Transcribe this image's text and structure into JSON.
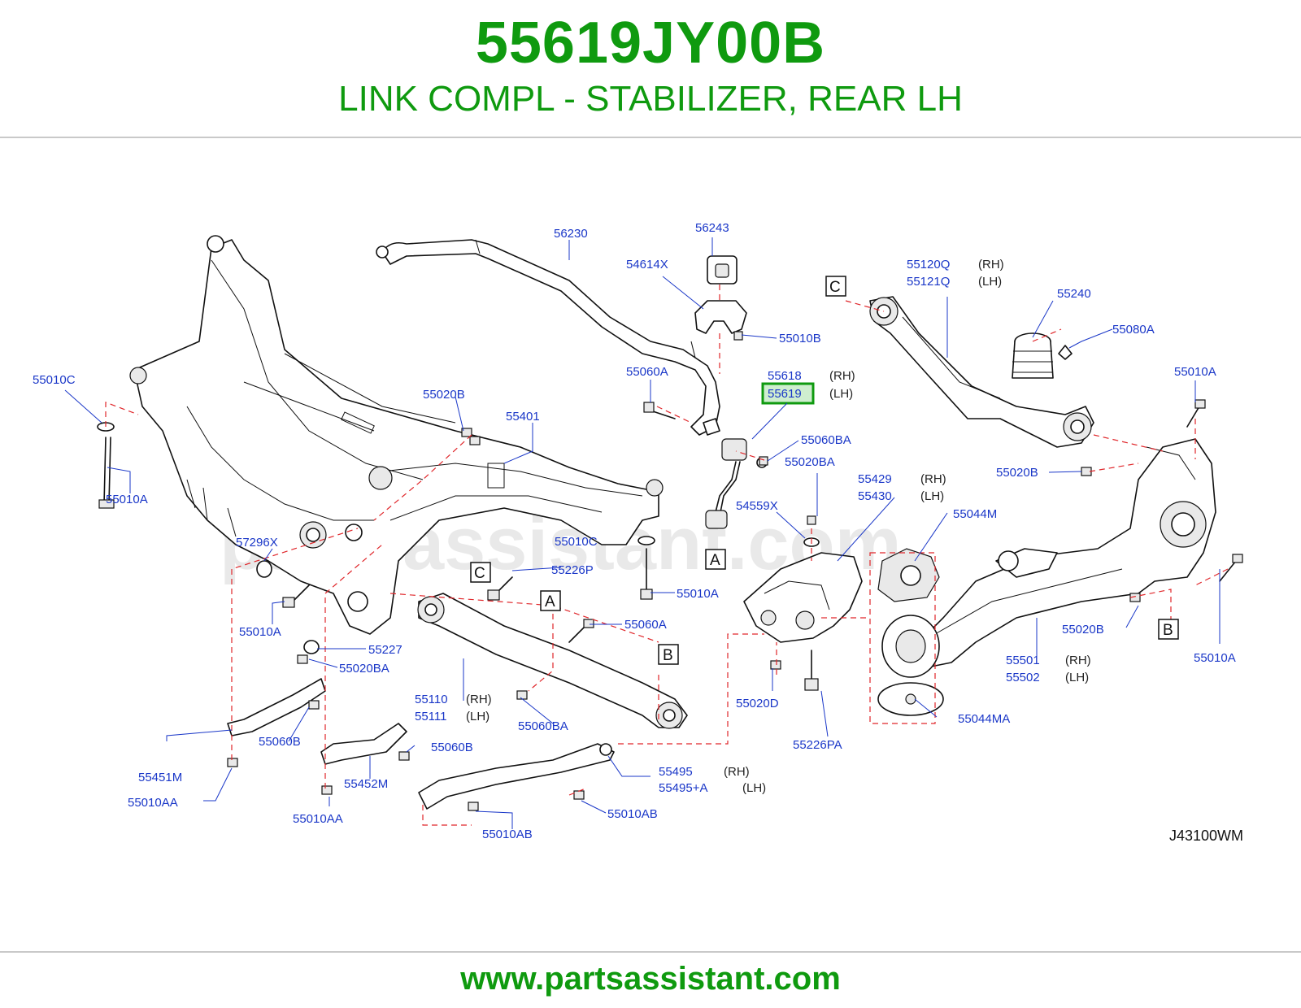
{
  "header": {
    "part_number": "55619JY00B",
    "description": "LINK COMPL - STABILIZER, REAR LH"
  },
  "footer": {
    "url": "www.partsassistant.com"
  },
  "watermark": "partsassistant.com",
  "diagram_code": "J43100WM",
  "highlight_color": "#0f9a0f",
  "label_color": "#1a37c8",
  "callouts": [
    "A",
    "A",
    "B",
    "B",
    "C",
    "C"
  ],
  "side_marks": {
    "rh": "(RH)",
    "lh": "(LH)"
  },
  "labels": {
    "p56230": "56230",
    "p56243": "56243",
    "p54614x": "54614X",
    "p55010b": "55010B",
    "p55060a_top": "55060A",
    "p55618": "55618",
    "p55619": "55619",
    "p55060ba_top": "55060BA",
    "p55020ba_mid": "55020BA",
    "p55429": "55429",
    "p55430": "55430",
    "p54559x": "54559X",
    "p55120q": "55120Q",
    "p55121q": "55121Q",
    "p55240": "55240",
    "p55080a": "55080A",
    "p55010a_right_top": "55010A",
    "p55020b_right": "55020B",
    "p55044m": "55044M",
    "p55010c_left": "55010C",
    "p55020b_left": "55020B",
    "p55401": "55401",
    "p55010a_left": "55010A",
    "p57296x": "57296X",
    "p55010c_mid": "55010C",
    "p55226p": "55226P",
    "p55010a_mid": "55010A",
    "p55010a_left2": "55010A",
    "p55227": "55227",
    "p55020ba_low": "55020BA",
    "p55060a_low": "55060A",
    "p55110": "55110",
    "p55111": "55111",
    "p55060ba_low": "55060BA",
    "p55060b_left": "55060B",
    "p55451m": "55451M",
    "p55010aa_left": "55010AA",
    "p55060b_mid": "55060B",
    "p55452m": "55452M",
    "p55010aa_mid": "55010AA",
    "p55495": "55495",
    "p55495a": "55495+A",
    "p55010ab_right": "55010AB",
    "p55010ab_left": "55010AB",
    "p55020d": "55020D",
    "p55226pa": "55226PA",
    "p55044ma": "55044MA",
    "p55501": "55501",
    "p55502": "55502",
    "p55020b_rlow": "55020B",
    "p55010a_rlow": "55010A"
  }
}
